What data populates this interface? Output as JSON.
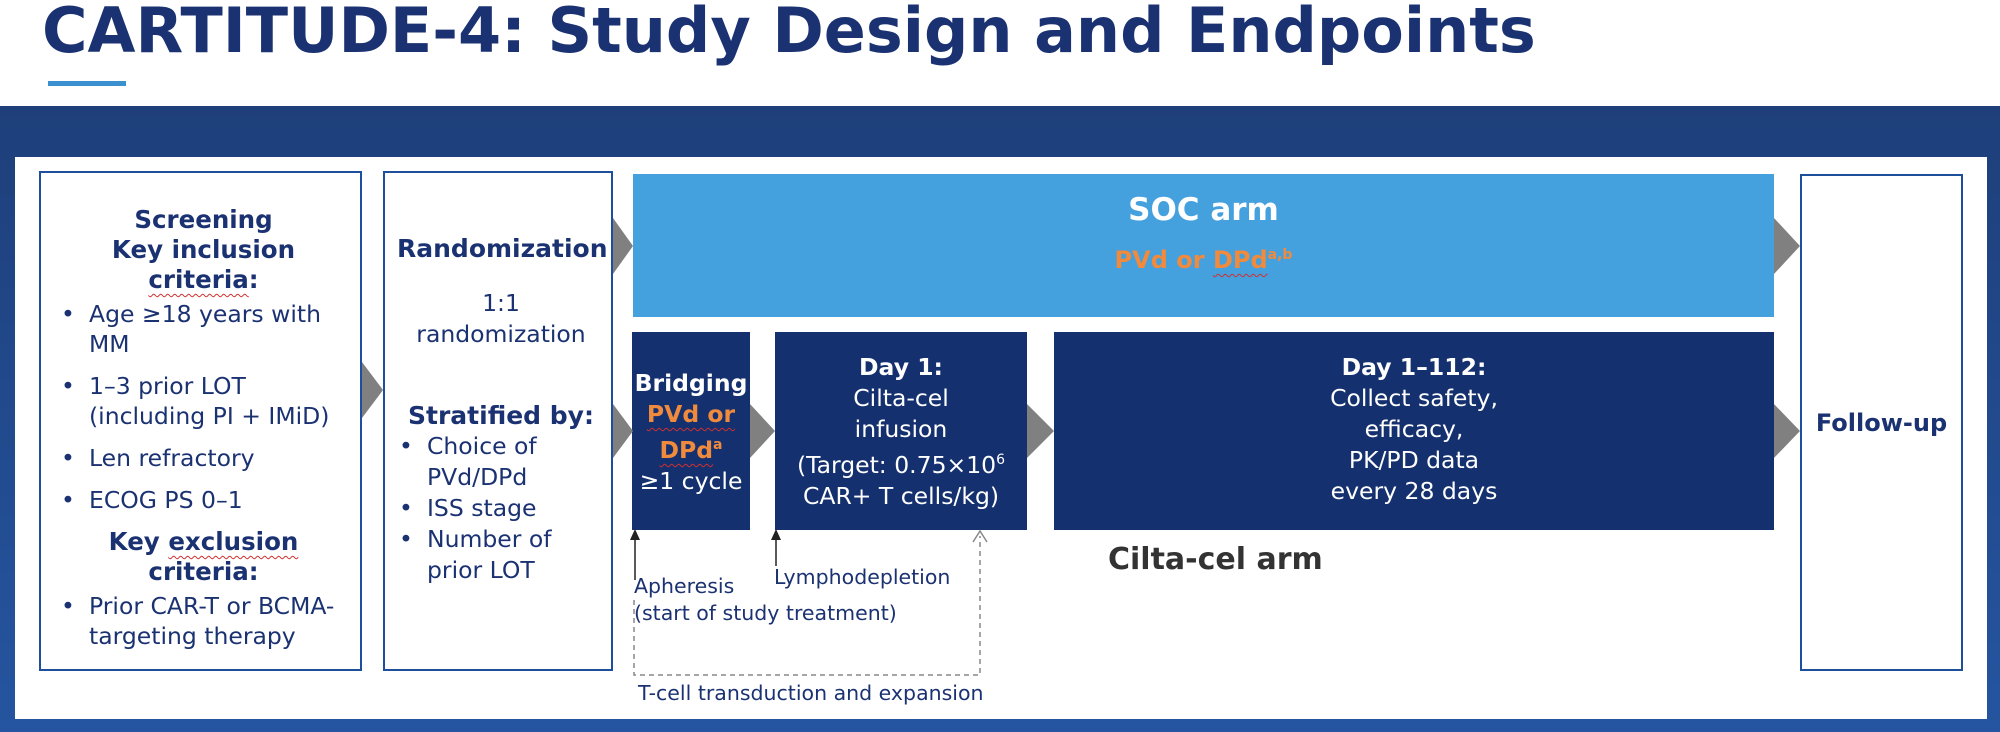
{
  "title": "CARTITUDE-4: Study Design and Endpoints",
  "screening": {
    "heading": "Screening",
    "inclusion_heading_pre": "Key inclusion ",
    "inclusion_heading_word": "criteria",
    "inclusion_heading_post": ":",
    "inclusion_items": [
      "Age ≥18 years with MM",
      "1–3 prior LOT (including PI + IMiD)",
      "Len refractory",
      "ECOG PS 0–1"
    ],
    "exclusion_heading_pre": "Key ",
    "exclusion_heading_word": "exclusion",
    "exclusion_heading_post": " criteria:",
    "exclusion_items": [
      "Prior CAR-T or BCMA-targeting therapy"
    ]
  },
  "randomization": {
    "heading": "Randomization",
    "ratio": "1:1 randomization",
    "stratified_heading": "Stratified by:",
    "stratified_items": [
      "Choice of PVd/DPd",
      "ISS stage",
      "Number of prior LOT"
    ]
  },
  "soc_arm": {
    "title": "SOC arm",
    "regimen_pre": "PVd or ",
    "regimen_word": "DPd",
    "regimen_sup": "a,b"
  },
  "bridging": {
    "title": "Bridging",
    "regimen_line1": "PVd or",
    "regimen_line2": "DPd",
    "regimen_sup": "a",
    "cycles": "≥1 cycle"
  },
  "day1": {
    "title": "Day 1:",
    "line1": "Cilta-cel",
    "line2": "infusion",
    "line3_pre": "(Target: 0.75×10",
    "line3_sup": "6",
    "line4": "CAR+ T cells/kg)"
  },
  "day1_112": {
    "title": "Day 1–112:",
    "lines": [
      "Collect safety,",
      "efficacy,",
      "PK/PD data",
      "every 28 days"
    ]
  },
  "cilta_arm_label": "Cilta-cel arm",
  "follow_up": "Follow-up",
  "apheresis_line1": "Apheresis",
  "apheresis_line2": "(start of study treatment)",
  "lymphodepletion": "Lymphodepletion",
  "tcell": "T-cell transduction and expansion",
  "colors": {
    "navy": "#14306e",
    "soc_blue": "#45a0de",
    "orange": "#f08a3c",
    "band": "#2555a0",
    "arrow_gray": "#808080"
  }
}
